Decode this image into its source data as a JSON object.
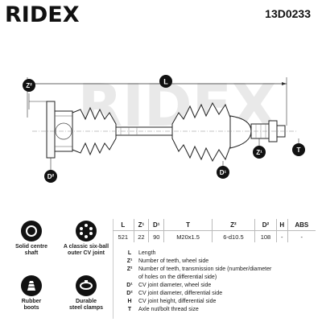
{
  "header": {
    "brand": "RIDEX",
    "part_number": "13D0233"
  },
  "diagram": {
    "watermark": "RIDEX",
    "labels": {
      "L": "L",
      "Z2": "Z²",
      "Z1": "Z¹",
      "D2": "D²",
      "D1": "D¹",
      "T": "T"
    }
  },
  "spec_table": {
    "headers": [
      "L",
      "Z¹",
      "D¹",
      "T",
      "Z²",
      "D²",
      "H",
      "ABS"
    ],
    "values": [
      "521",
      "22",
      "90",
      "M20x1.5",
      "6-d10.5",
      "108",
      "-",
      "-"
    ]
  },
  "legend": [
    {
      "k": "L",
      "v": "Length"
    },
    {
      "k": "Z¹",
      "v": "Number of teeth, wheel side"
    },
    {
      "k": "Z²",
      "v": "Number of teeth, transmission side (number/diameter"
    },
    {
      "k": "",
      "v": "of holes on the differential side)"
    },
    {
      "k": "D¹",
      "v": "CV joint diameter, wheel side"
    },
    {
      "k": "D²",
      "v": "CV joint diameter, differential side"
    },
    {
      "k": "H",
      "v": "CV joint height, differential side"
    },
    {
      "k": "T",
      "v": "Axle nut/bolt thread size"
    }
  ],
  "features": [
    {
      "label_1": "Solid centre",
      "label_2": "shaft",
      "icon": "solid-shaft-icon"
    },
    {
      "label_1": "A classic six-ball",
      "label_2": "outer CV joint",
      "icon": "six-ball-joint-icon"
    },
    {
      "label_1": "Rubber",
      "label_2": "boots",
      "icon": "rubber-boot-icon"
    },
    {
      "label_1": "Durable",
      "label_2": "steel clamps",
      "icon": "steel-clamp-icon"
    }
  ],
  "colors": {
    "accent": "#1a1a1a",
    "background": "#ffffff"
  }
}
